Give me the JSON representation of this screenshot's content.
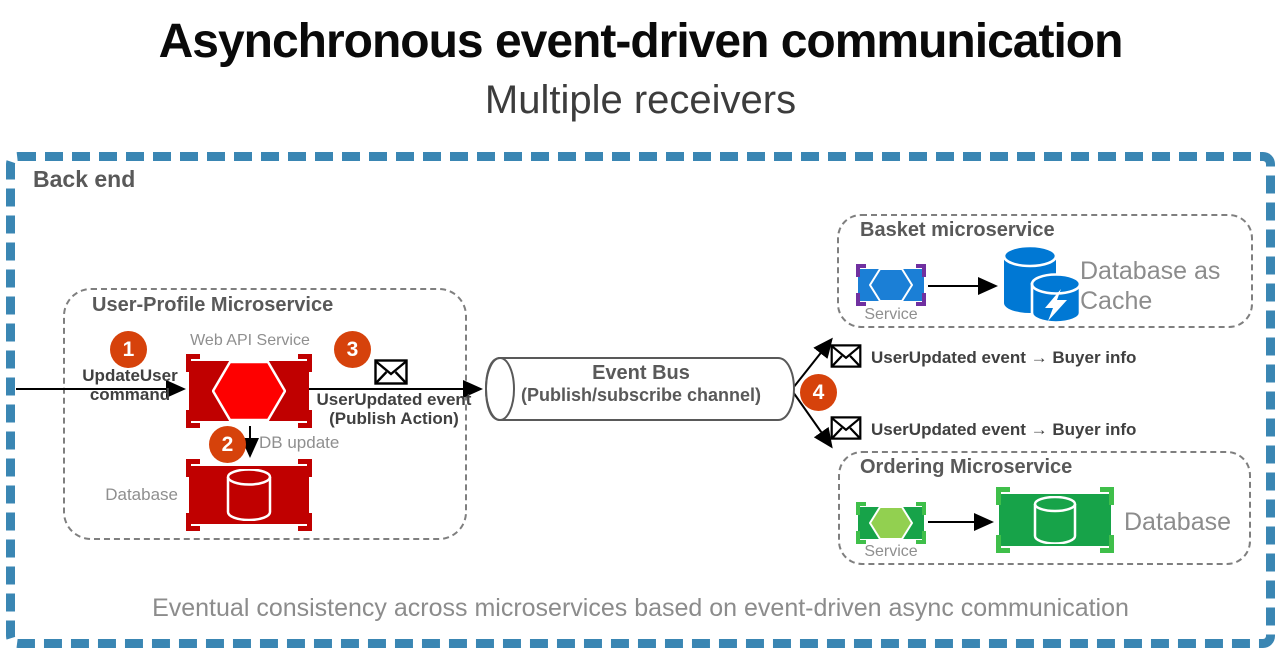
{
  "diagram": {
    "title": "Asynchronous event-driven communication",
    "subtitle": "Multiple receivers",
    "footer": "Eventual consistency across microservices based on event-driven async communication"
  },
  "backend": {
    "label": "Back end"
  },
  "steps": {
    "step1": "1",
    "step2": "2",
    "step3": "3",
    "step4": "4"
  },
  "user_profile": {
    "title": "User-Profile Microservice",
    "web_api_label": "Web API Service",
    "command_line1": "UpdateUser",
    "command_line2": "command",
    "event_line1": "UserUpdated event",
    "event_line2": "(Publish Action)",
    "db_update_label": "DB update",
    "database_label": "Database"
  },
  "event_bus": {
    "title": "Event Bus",
    "subtitle": "(Publish/subscribe channel)"
  },
  "basket": {
    "title": "Basket microservice",
    "service_label": "Service",
    "database_label": "Database as Cache",
    "event_label": "UserUpdated event → Buyer info"
  },
  "ordering": {
    "title": "Ordering Microservice",
    "service_label": "Service",
    "database_label": "Database",
    "event_label": "UserUpdated event → Buyer info"
  },
  "colors": {
    "backend_border": "#3a86b3",
    "badge": "#d6420b",
    "user_profile_service": "#c00000",
    "user_profile_hexagon": "#fe0000",
    "basket_service": "#1b7fd6",
    "basket_bracket": "#7030a0",
    "cache_blue": "#0078d4",
    "ordering_service": "#17a349",
    "ordering_bracket": "#3fbf4a",
    "ordering_hexagon": "#92d050",
    "box_border": "#7f7f7f",
    "heading_text": "#595959",
    "label_text": "#404040",
    "muted_text": "#8c8c8c"
  }
}
